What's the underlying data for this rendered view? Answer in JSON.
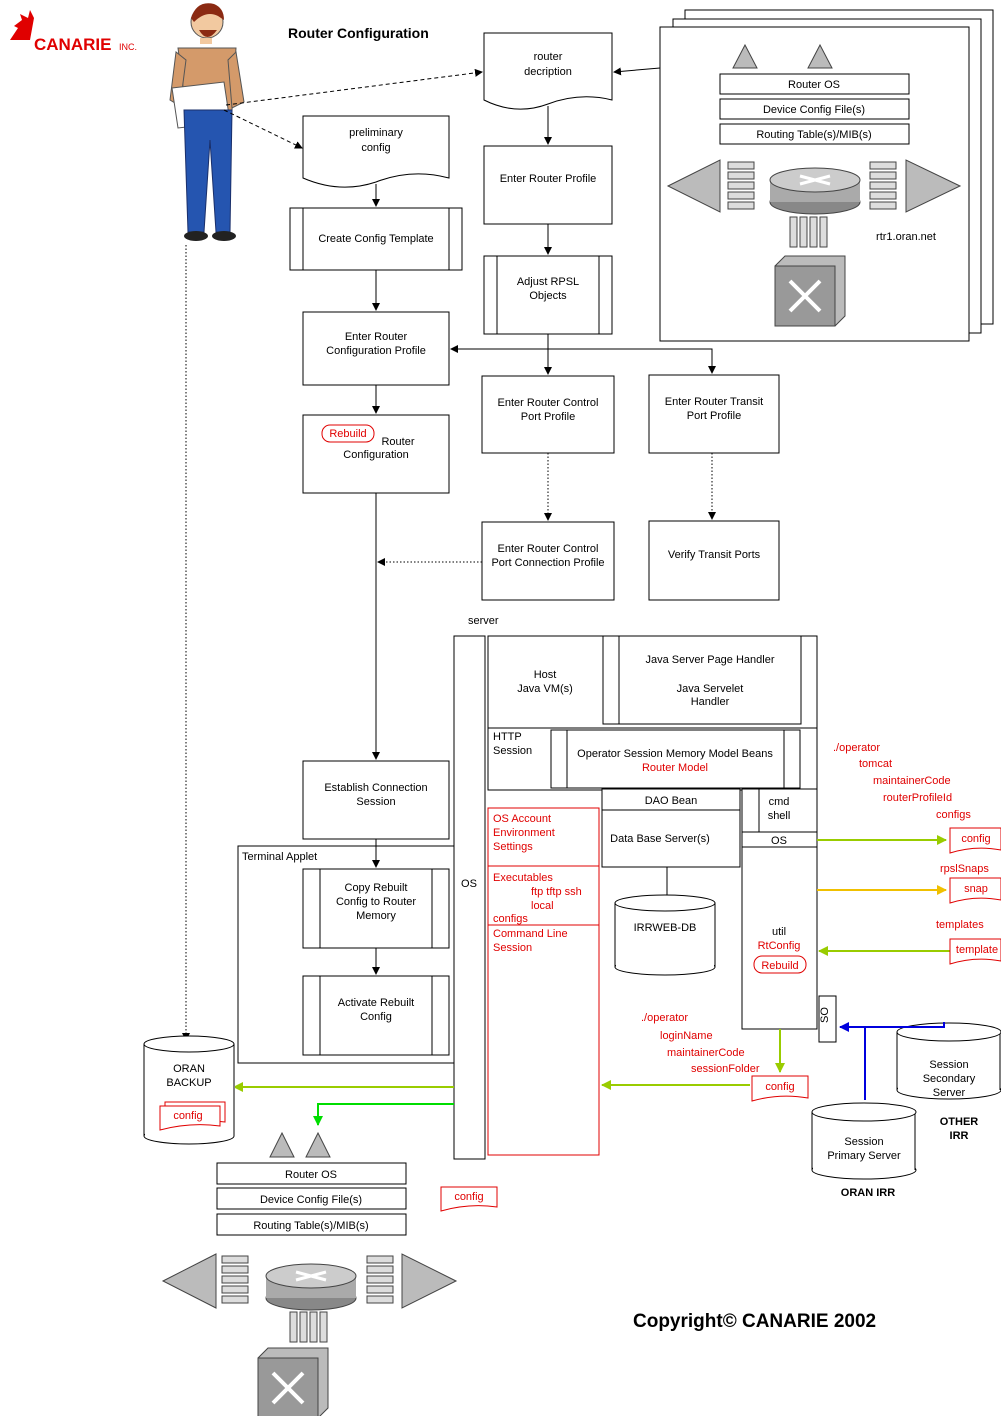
{
  "header": {
    "logo": "CANARIE",
    "logo_suffix": "INC.",
    "title": "Router Configuration"
  },
  "flow": {
    "router_description": [
      "router",
      "decription"
    ],
    "preliminary_config": [
      "preliminary",
      "config"
    ],
    "create_template": "Create Config Template",
    "enter_profile": "Enter Router Profile",
    "adjust_rpsl": [
      "Adjust RPSL",
      "Objects"
    ],
    "enter_config_profile": [
      "Enter Router",
      "Configuration Profile"
    ],
    "control_port": [
      "Enter Router Control",
      "Port Profile"
    ],
    "transit_port": [
      "Enter Router Transit",
      "Port Profile"
    ],
    "rebuild_badge": "Rebuild",
    "rebuild_config": [
      "Router",
      "Configuration"
    ],
    "control_conn": [
      "Enter Router Control",
      "Port Connection Profile"
    ],
    "verify_transit": "Verify Transit Ports",
    "establish": [
      "Establish Connection",
      "Session"
    ],
    "terminal_applet": "Terminal Applet",
    "copy_rebuilt": [
      "Copy Rebuilt",
      "Config to Router",
      "Memory"
    ],
    "activate": [
      "Activate Rebuilt",
      "Config"
    ]
  },
  "router_top": {
    "os": "Router OS",
    "config": "Device Config File(s)",
    "tables": "Routing Table(s)/MIB(s)",
    "hostname": "rtr1.oran.net"
  },
  "router_bottom": {
    "os": "Router OS",
    "config": "Device Config File(s)",
    "tables": "Routing Table(s)/MIB(s)",
    "config_doc": "config"
  },
  "server": {
    "label": "server",
    "os": "OS",
    "host": [
      "Host",
      "Java VM(s)"
    ],
    "jsp": [
      "Java Server Page Handler",
      "Java Servelet",
      "Handler"
    ],
    "http": [
      "HTTP",
      "Session"
    ],
    "beans": "Operator Session Memory Model Beans",
    "router_model": "Router Model",
    "dao": "DAO Bean",
    "db_server": "Data Base Server(s)",
    "cmd": [
      "cmd",
      "shell"
    ],
    "os_small": "OS",
    "os_account": [
      "OS Account",
      "Environment",
      "Settings"
    ],
    "executables": "Executables",
    "exe_tools": [
      "ftp tftp ssh",
      "local"
    ],
    "configs_label": "configs",
    "cmdline": [
      "Command Line",
      "Session"
    ],
    "util": [
      "util",
      "RtConfig"
    ],
    "rebuild": "Rebuild",
    "db": "IRRWEB-DB",
    "so": "SO"
  },
  "paths": {
    "right": [
      "./operator",
      "tomcat",
      "maintainerCode",
      "routerProfileId",
      "configs"
    ],
    "rpsl": "rpslSnaps",
    "templates": "templates",
    "bottom": [
      "./operator",
      "loginName",
      "maintainerCode",
      "sessionFolder"
    ]
  },
  "docs": {
    "config": "config",
    "snap": "snap",
    "template": "template"
  },
  "backup": {
    "name": [
      "ORAN",
      "BACKUP"
    ],
    "doc": "config"
  },
  "irr": {
    "secondary": [
      "Session",
      "Secondary",
      "Server"
    ],
    "other": [
      "OTHER",
      "IRR"
    ],
    "primary": [
      "Session",
      "Primary Server"
    ],
    "oran": "ORAN IRR"
  },
  "copyright": "Copyright© CANARIE 2002",
  "colors": {
    "red": "#e00000",
    "lime": "#99cc00",
    "yellow": "#f0c000",
    "blue": "#0000dd",
    "green": "#00dd00"
  }
}
